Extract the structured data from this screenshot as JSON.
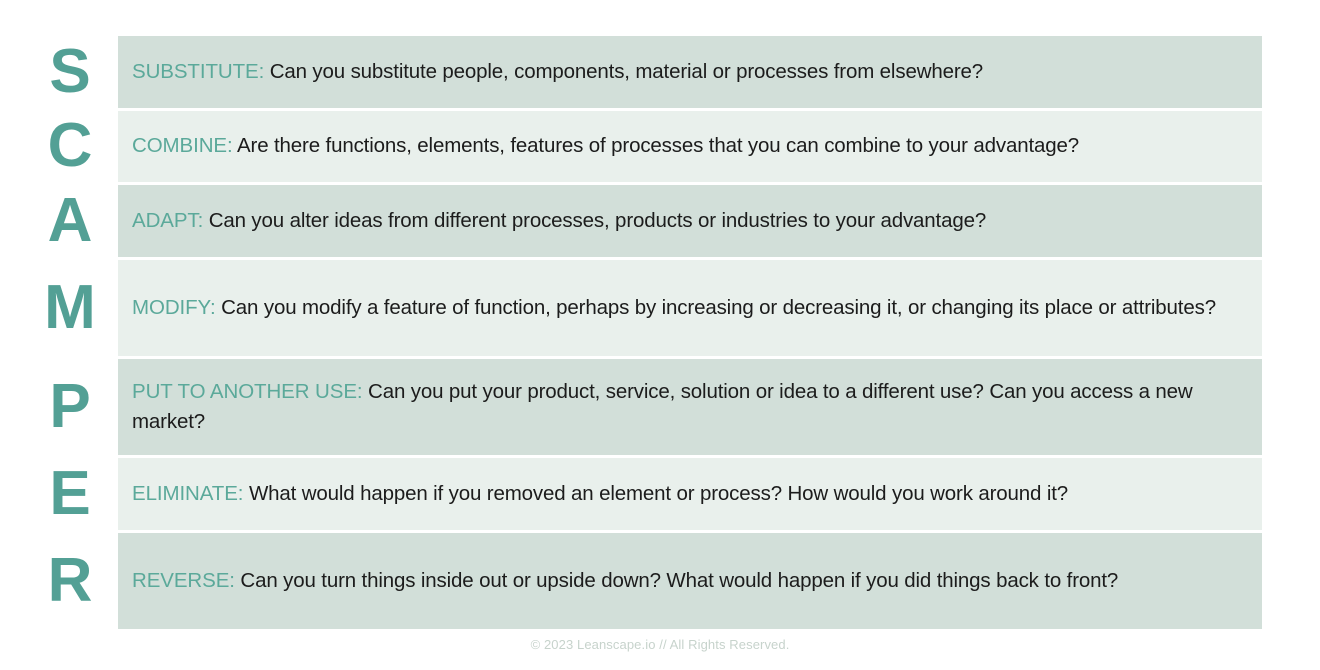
{
  "acronym": {
    "name": "SCAMPER",
    "letters": [
      "S",
      "C",
      "A",
      "M",
      "P",
      "E",
      "R"
    ],
    "letter_color": "#53a095"
  },
  "theme": {
    "background": "#ffffff",
    "row_dark": "#d2dfd9",
    "row_light": "#e9f0ec",
    "label_color": "#5ba99a",
    "body_text_color": "#1c1c1c",
    "footer_color": "#c7d3cc"
  },
  "rows": [
    {
      "letter": "S",
      "label": "SUBSTITUTE:",
      "description": "Can you substitute people, components, material or processes from elsewhere?",
      "tone": "dark",
      "lines": 1
    },
    {
      "letter": "C",
      "label": "COMBINE:",
      "description": "Are there functions, elements, features of processes that you can combine to your advantage?",
      "tone": "light",
      "lines": 1
    },
    {
      "letter": "A",
      "label": "ADAPT:",
      "description": "Can you alter ideas from different processes, products or industries to your advantage?",
      "tone": "dark",
      "lines": 1
    },
    {
      "letter": "M",
      "label": "MODIFY:",
      "description": "Can you modify a feature of function, perhaps by increasing or decreasing it, or changing its place or attributes?",
      "tone": "light",
      "lines": 2
    },
    {
      "letter": "P",
      "label": "PUT TO ANOTHER USE:",
      "description": "Can you put your product, service, solution or idea to a different use? Can you access a new market?",
      "tone": "dark",
      "lines": 2
    },
    {
      "letter": "E",
      "label": "ELIMINATE:",
      "description": "What would happen if you removed an element or process? How would you work around it?",
      "tone": "light",
      "lines": 1
    },
    {
      "letter": "R",
      "label": "REVERSE:",
      "description": "Can you turn things inside out or upside down? What would happen if you did things back to front?",
      "tone": "dark",
      "lines": 2
    }
  ],
  "footer": {
    "text": "© 2023 Leanscape.io // All Rights Reserved."
  }
}
